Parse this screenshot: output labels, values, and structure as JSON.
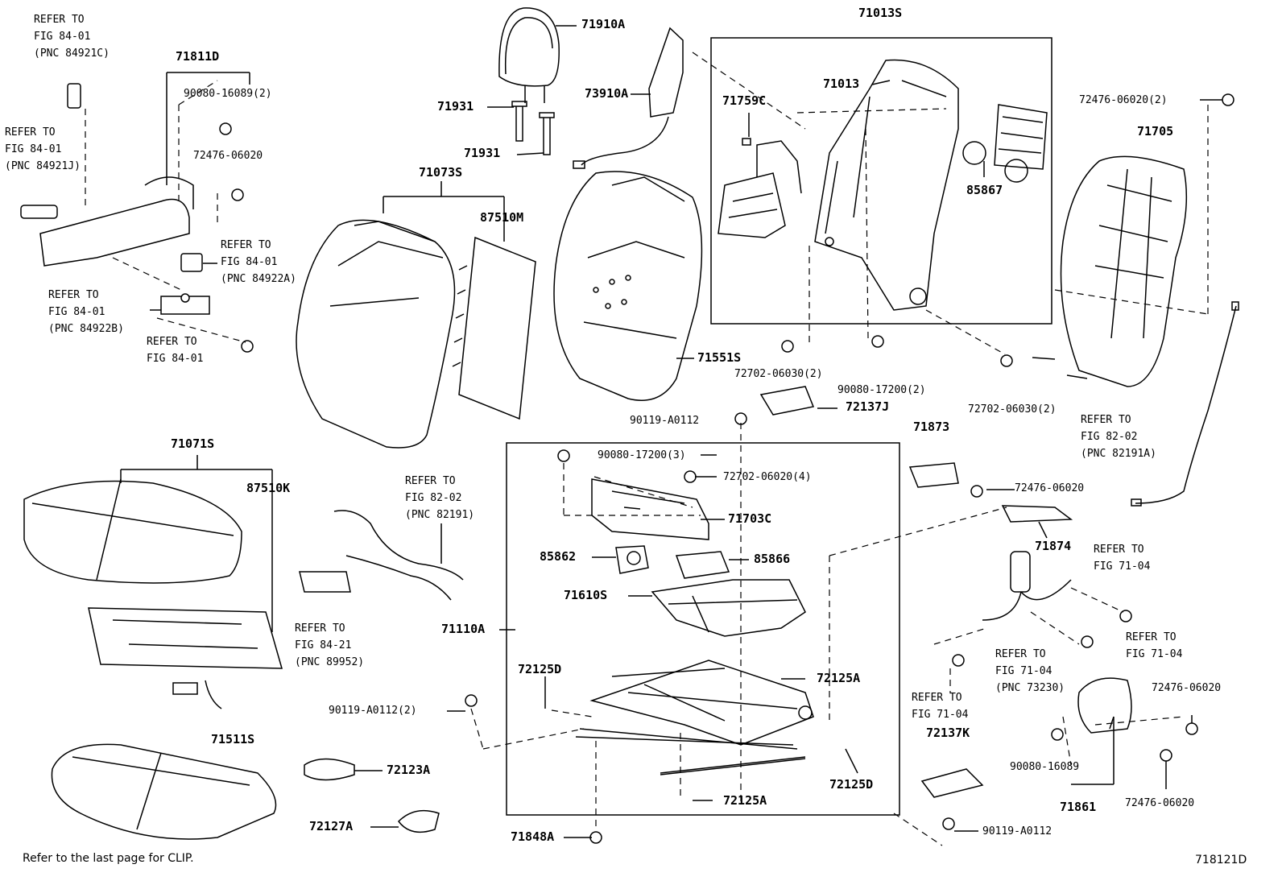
{
  "labels": {
    "p71910A": "71910A",
    "p73910A": "73910A",
    "p71931a": "71931",
    "p71931b": "71931",
    "p71013S": "71013S",
    "p71013": "71013",
    "p71759C": "71759C",
    "p85867": "85867",
    "p71705": "71705",
    "p72476_2": "72476-06020(2)",
    "p71811D": "71811D",
    "p90080_16089_2": "90080-16089(2)",
    "p72476_a": "72476-06020",
    "p71073S": "71073S",
    "p87510M": "87510M",
    "p71551S": "71551S",
    "p72702_30a": "72702-06030(2)",
    "p90080_17200_2": "90080-17200(2)",
    "p72137J": "72137J",
    "p72702_30b": "72702-06030(2)",
    "p90119_top": "90119-A0112",
    "p71071S": "71071S",
    "p87510K": "87510K",
    "p90080_17200_3": "90080-17200(3)",
    "p72702_20_4": "72702-06020(4)",
    "p71703C": "71703C",
    "p85862": "85862",
    "p85866": "85866",
    "p71610S": "71610S",
    "p71110A": "71110A",
    "p72125D_a": "72125D",
    "p72125A_a": "72125A",
    "p90119_2": "90119-A0112(2)",
    "p72125D_b": "72125D",
    "p72125A_b": "72125A",
    "p71511S": "71511S",
    "p72123A": "72123A",
    "p72127A": "72127A",
    "p71848A": "71848A",
    "p71873": "71873",
    "p72476_b": "72476-06020",
    "p71874": "71874",
    "p72137K": "72137K",
    "p90080_16089": "90080-16089",
    "p71861": "71861",
    "p72476_c": "72476-06020",
    "p72476_d": "72476-06020",
    "p90119_bot": "90119-A0112"
  },
  "refs": {
    "r1": [
      "REFER TO",
      "FIG 84-01",
      "(PNC 84921C)"
    ],
    "r2": [
      "REFER TO",
      "FIG 84-01",
      "(PNC 84921J)"
    ],
    "r3": [
      "REFER TO",
      "FIG 84-01",
      "(PNC 84922A)"
    ],
    "r4": [
      "REFER TO",
      "FIG 84-01",
      "(PNC 84922B)"
    ],
    "r5": [
      "REFER TO",
      "FIG 84-01"
    ],
    "r6": [
      "REFER TO",
      "FIG 82-02",
      "(PNC 82191)"
    ],
    "r7": [
      "REFER TO",
      "FIG 84-21",
      "(PNC 89952)"
    ],
    "r8": [
      "REFER TO",
      "FIG 82-02",
      "(PNC 82191A)"
    ],
    "r9": [
      "REFER TO",
      "FIG 71-04"
    ],
    "r10": [
      "REFER TO",
      "FIG 71-04"
    ],
    "r11": [
      "REFER TO",
      "FIG 71-04",
      "(PNC 73230)"
    ],
    "r12": [
      "REFER TO",
      "FIG 71-04"
    ]
  },
  "footer": {
    "note": "Refer to the last page for CLIP.",
    "figure_id": "718121D"
  }
}
